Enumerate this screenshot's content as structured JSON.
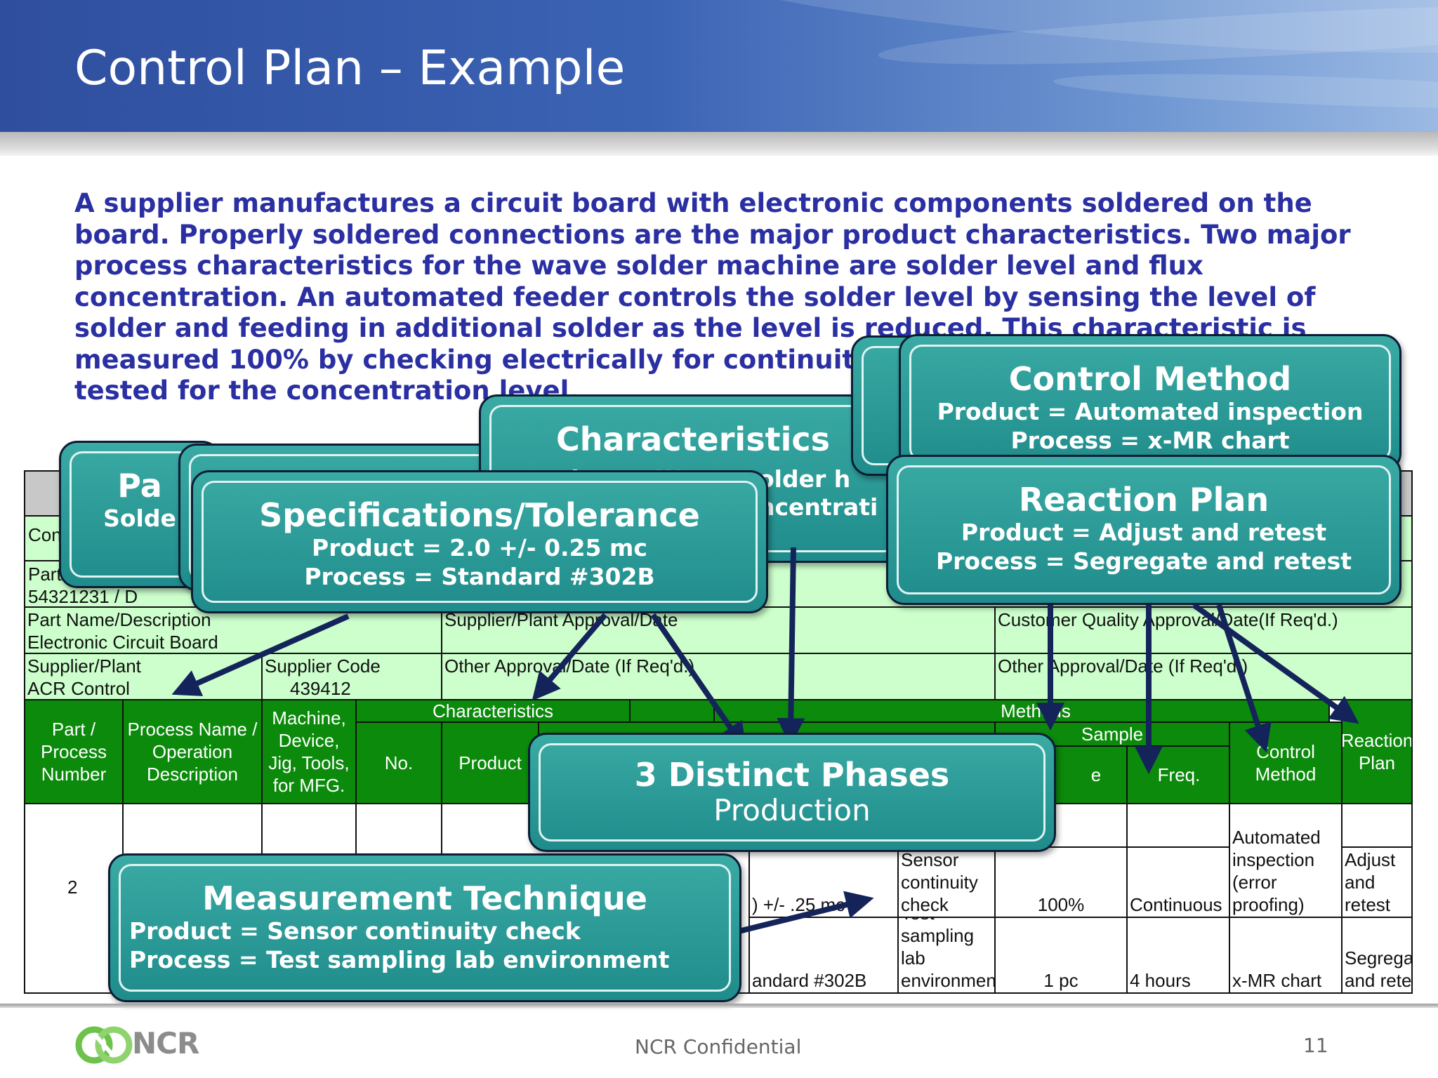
{
  "slide": {
    "title": "Control Plan – Example",
    "intro_lines": [
      "A supplier manufactures a circuit board with electronic components soldered on the",
      "board.  Properly soldered connections are the major product characteristics.  Two major",
      "process characteristics  for the wave solder machine are solder level and flux",
      "concentration.  An automated feeder controls the solder level by sensing the level of",
      "solder and feeding in additional solder as the level is reduced. This characteristic is",
      "measured 100% by checking electrically for continuity",
      "tested for the concentration level."
    ],
    "footer_confidential": "NCR Confidential",
    "page_number": "11",
    "logo_text": "NCR"
  },
  "form": {
    "header_rows": {
      "row1_left": "Con",
      "row2_left_label": "Part",
      "part_number": "54321231 / D",
      "part_name_label": "Part Name/Description",
      "part_name": "Electronic Circuit Board",
      "supplier_plant_approval": "Supplier/Plant Approval/Date",
      "customer_quality_approval": "Customer Quality Approval/Date(If Req'd.)",
      "supplier_plant_label": "Supplier/Plant",
      "supplier_plant": "ACR Control",
      "supplier_code_label": "Supplier Code",
      "supplier_code": "439412",
      "other_approval_1": "Other Approval/Date (If Req'd.)",
      "other_approval_2": "Other Approval/Date (If Req'd.)"
    },
    "columns": {
      "part_process_number": "Part / Process Number",
      "process_name": "Process Name / Operation Description",
      "machine": "Machine, Device, Jig, Tools, for MFG.",
      "characteristics_group": "Characteristics",
      "no": "No.",
      "product": "Product",
      "methods_group": "Methods",
      "sample_group": "Sample",
      "size_partial": "e",
      "freq": "Freq.",
      "control_method": "Control Method",
      "reaction_plan": "Reaction Plan"
    },
    "rows": [
      {
        "part_number": "2",
        "spec": ") +/- .25 mc",
        "technique": "Sensor continuity check",
        "size": "100%",
        "freq": "Continuous",
        "control": "Automated inspection (error proofing)",
        "reaction": "Adjust and retest"
      },
      {
        "spec": "andard #302B",
        "technique": "Test sampling lab environment",
        "size": "1 pc",
        "freq": "4 hours",
        "control": "x-MR chart",
        "reaction": "Segregate and retest"
      }
    ]
  },
  "callouts": {
    "part": {
      "head": "Pa",
      "line1": "Solde"
    },
    "characteristics": {
      "head": "Characteristics",
      "line1": "Product = W",
      "line2": "older h",
      "line3": "ncentrati"
    },
    "control_method": {
      "head": "Control Method",
      "line1": "Product = Automated inspection",
      "line2": "Process = x-MR chart"
    },
    "specifications": {
      "head": "Specifications/Tolerance",
      "line1": "Product = 2.0 +/- 0.25 mc",
      "line2": "Process = Standard #302B"
    },
    "reaction_plan": {
      "head": "Reaction Plan",
      "line1": "Product = Adjust and retest",
      "line2": "Process = Segregate and retest"
    },
    "phases": {
      "head": "3 Distinct Phases",
      "line1": "Production"
    },
    "measurement": {
      "head": "Measurement Technique",
      "line1": "Product = Sensor continuity check",
      "line2": "Process = Test sampling lab environment"
    }
  },
  "colors": {
    "title_band": "#2f4e9e",
    "intro_text": "#2a2fa2",
    "callout_fill": "#2a9d9a",
    "form_light_green": "#ccffcc",
    "form_header_green": "#0b8a0b",
    "arrow": "#14245a",
    "logo_green": "#6cc24a"
  }
}
